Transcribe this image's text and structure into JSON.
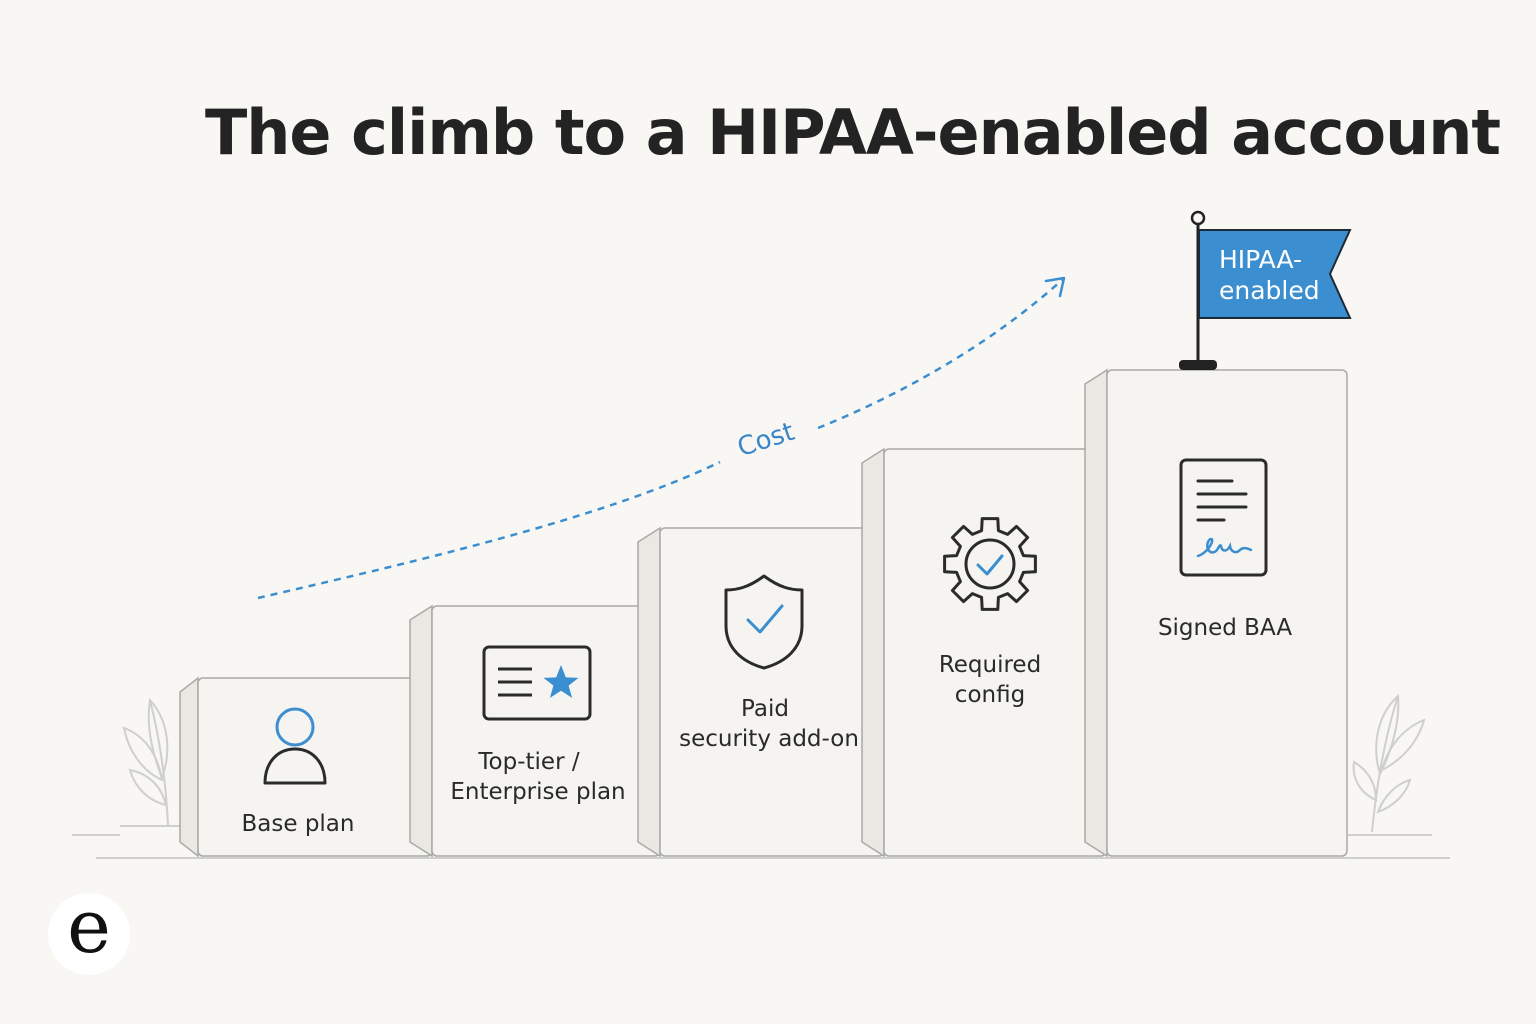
{
  "title": "The climb to a HIPAA-enabled account",
  "cost_label": "Cost",
  "flag": {
    "lines": [
      "HIPAA-",
      "enabled"
    ],
    "color": "#3b8ed0"
  },
  "steps": [
    {
      "label_lines": [
        "Base plan"
      ],
      "icon": "user-icon"
    },
    {
      "label_lines": [
        "Top-tier /",
        "Enterprise plan"
      ],
      "icon": "plan-card-star-icon"
    },
    {
      "label_lines": [
        "Paid",
        "security add-on"
      ],
      "icon": "shield-check-icon"
    },
    {
      "label_lines": [
        "Required",
        "config"
      ],
      "icon": "gear-check-icon"
    },
    {
      "label_lines": [
        "Signed BAA"
      ],
      "icon": "signed-document-icon"
    }
  ],
  "logo": {
    "letter": "e"
  },
  "colors": {
    "accent": "#3b8ed0",
    "outline": "#2b2b2b",
    "step_fill": "#f5f4f0",
    "background": "#f8f7f3"
  }
}
